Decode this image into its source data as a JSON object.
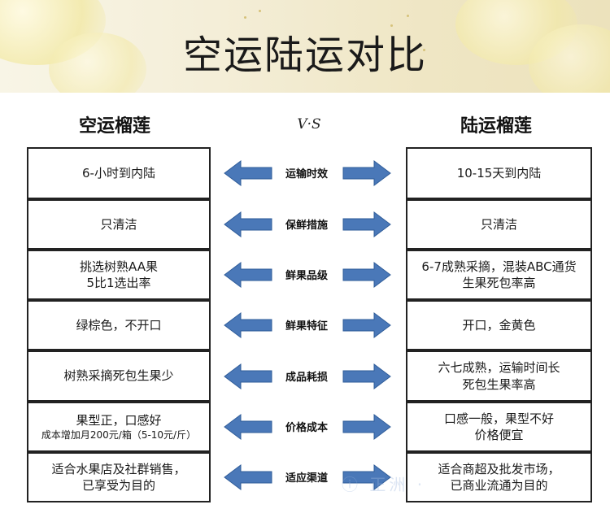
{
  "banner": {
    "title": "空运陆运对比"
  },
  "headers": {
    "left": "空运榴莲",
    "vs": "V·S",
    "right": "陆运榴莲"
  },
  "rows": [
    {
      "label": "运输时效",
      "left": [
        "6-小时到内陆"
      ],
      "right": [
        "10-15天到内陆"
      ]
    },
    {
      "label": "保鲜措施",
      "left": [
        "只清洁"
      ],
      "right": [
        "只清洁"
      ]
    },
    {
      "label": "鲜果品级",
      "left": [
        "挑选树熟AA果",
        "5比1选出率"
      ],
      "right": [
        "6-7成熟采摘，混装ABC通货",
        "生果死包率高"
      ]
    },
    {
      "label": "鲜果特征",
      "left": [
        "绿棕色，不开口"
      ],
      "right": [
        "开口，金黄色"
      ]
    },
    {
      "label": "成品耗损",
      "left": [
        "树熟采摘死包生果少"
      ],
      "right": [
        "六七成熟，运输时间长",
        "死包生果率高"
      ]
    },
    {
      "label": "价格成本",
      "left": [
        "果型正，口感好",
        "成本增加月200元/箱（5-10元/斤）"
      ],
      "right": [
        "口感一般，果型不好",
        "价格便宜"
      ]
    },
    {
      "label": "适应渠道",
      "left": [
        "适合水果店及社群销售，",
        "已享受为目的"
      ],
      "right": [
        "适合商超及批发市场，",
        "已商业流通为目的"
      ]
    }
  ],
  "colors": {
    "arrow": "#4a78b8",
    "border": "#222222"
  }
}
